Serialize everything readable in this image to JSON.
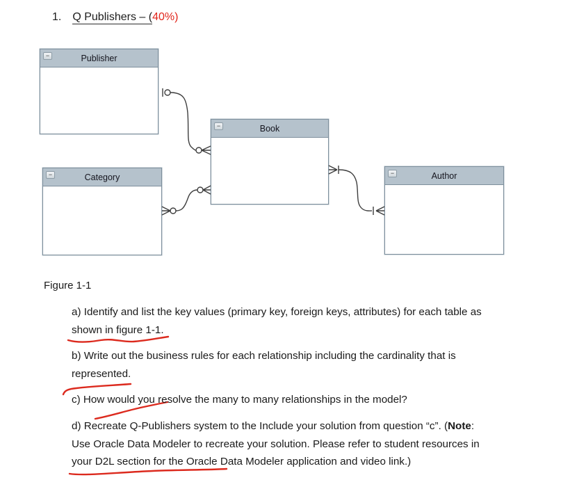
{
  "title": {
    "number": "1.",
    "underlined_text": "Q Publishers – (",
    "highlight_text": "40%)",
    "highlight_color": "#e1251b"
  },
  "diagram": {
    "collapse_glyph": "−",
    "header_fill": "#b5c2cc",
    "border_color": "#7e8f9c",
    "line_color": "#3d3d3d",
    "tables": [
      {
        "name": "Publisher"
      },
      {
        "name": "Book"
      },
      {
        "name": "Category"
      },
      {
        "name": "Author"
      }
    ],
    "relationships": [
      {
        "from": "Publisher",
        "to": "Book",
        "from_end": "one-optional",
        "to_end": "many-optional"
      },
      {
        "from": "Category",
        "to": "Book",
        "from_end": "many-optional",
        "to_end": "many-optional"
      },
      {
        "from": "Book",
        "to": "Author",
        "from_end": "one-or-many",
        "to_end": "one-or-many"
      }
    ]
  },
  "figure_caption": "Figure 1-1",
  "annotation_color": "#dc2a1e",
  "questions": {
    "a": {
      "lines": [
        "a) Identify and list the key values (primary key, foreign keys, attributes) for each table as",
        "shown in figure 1-1."
      ]
    },
    "b": {
      "lines": [
        "b) Write out the business rules for each relationship including the cardinality that is",
        "represented."
      ]
    },
    "c": {
      "lines": [
        "c) How would you resolve the many to many relationships in the model?"
      ]
    },
    "d": {
      "line1_pre": "d) Recreate Q-Publishers system to the Include your solution from question “c”. (",
      "line1_bold": "Note",
      "line1_post": ":",
      "line2": "Use Oracle Data Modeler to recreate your solution. Please refer to student resources in",
      "line3": "your D2L section for the Oracle Data Modeler application and video link.)"
    }
  }
}
